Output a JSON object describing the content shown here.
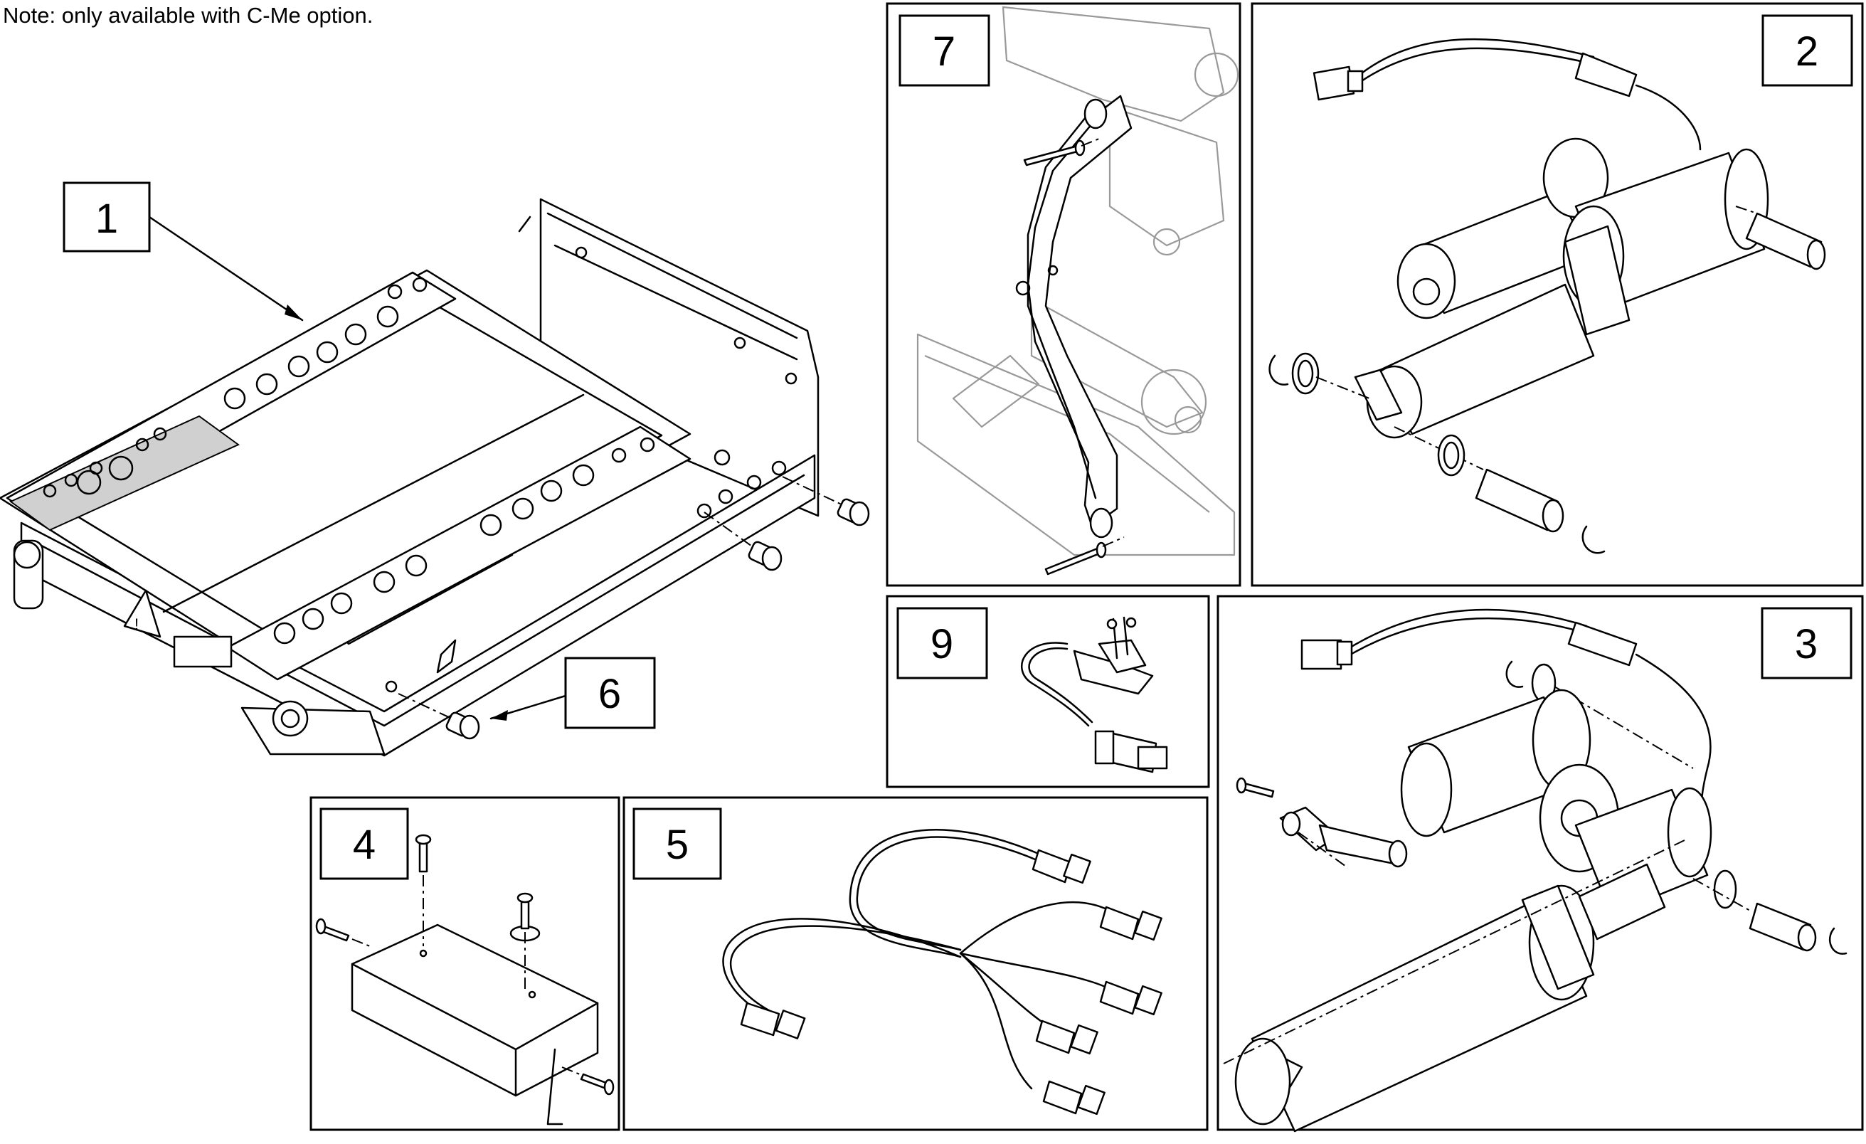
{
  "note": "Note: only available with C-Me option.",
  "callouts": {
    "c1": "1",
    "c2": "2",
    "c3": "3",
    "c4": "4",
    "c5": "5",
    "c6": "6",
    "c7": "7",
    "c9": "9"
  },
  "colors": {
    "line": "#000000",
    "faded_line": "#999999",
    "label_plate": "#d0d0d0"
  }
}
